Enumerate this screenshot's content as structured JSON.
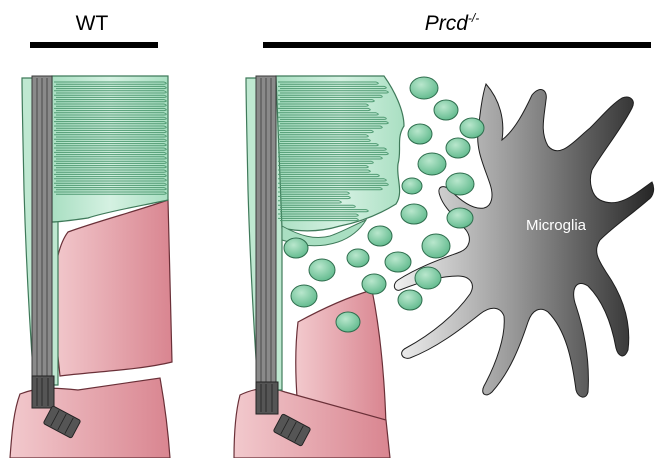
{
  "labels": {
    "wt": "WT",
    "mutant_base": "Prcd",
    "mutant_sup": "-/-",
    "microglia": "Microglia"
  },
  "colors": {
    "background": "#ffffff",
    "outer_segment_fill": "#bfe8d1",
    "outer_segment_stroke": "#3f7a5a",
    "disc_line": "#4f9a72",
    "cilium_fill": "#8a8a8a",
    "cilium_stroke": "#3a3a3a",
    "rpe_fill": "#d98590",
    "rpe_light": "#f2c9cd",
    "rpe_stroke": "#6a3038",
    "vesicle_fill": "#79c9a0",
    "vesicle_stroke": "#2f6e4e",
    "microglia_dark": "#2e2e2e",
    "microglia_light": "#e4e4e4",
    "label_text": "#000000",
    "microglia_text": "#ffffff"
  },
  "icons": [
    "wild-type-photoreceptor-diagram",
    "mutant-photoreceptor-diagram",
    "microglia-cell-icon",
    "extracellular-vesicle-icon"
  ]
}
